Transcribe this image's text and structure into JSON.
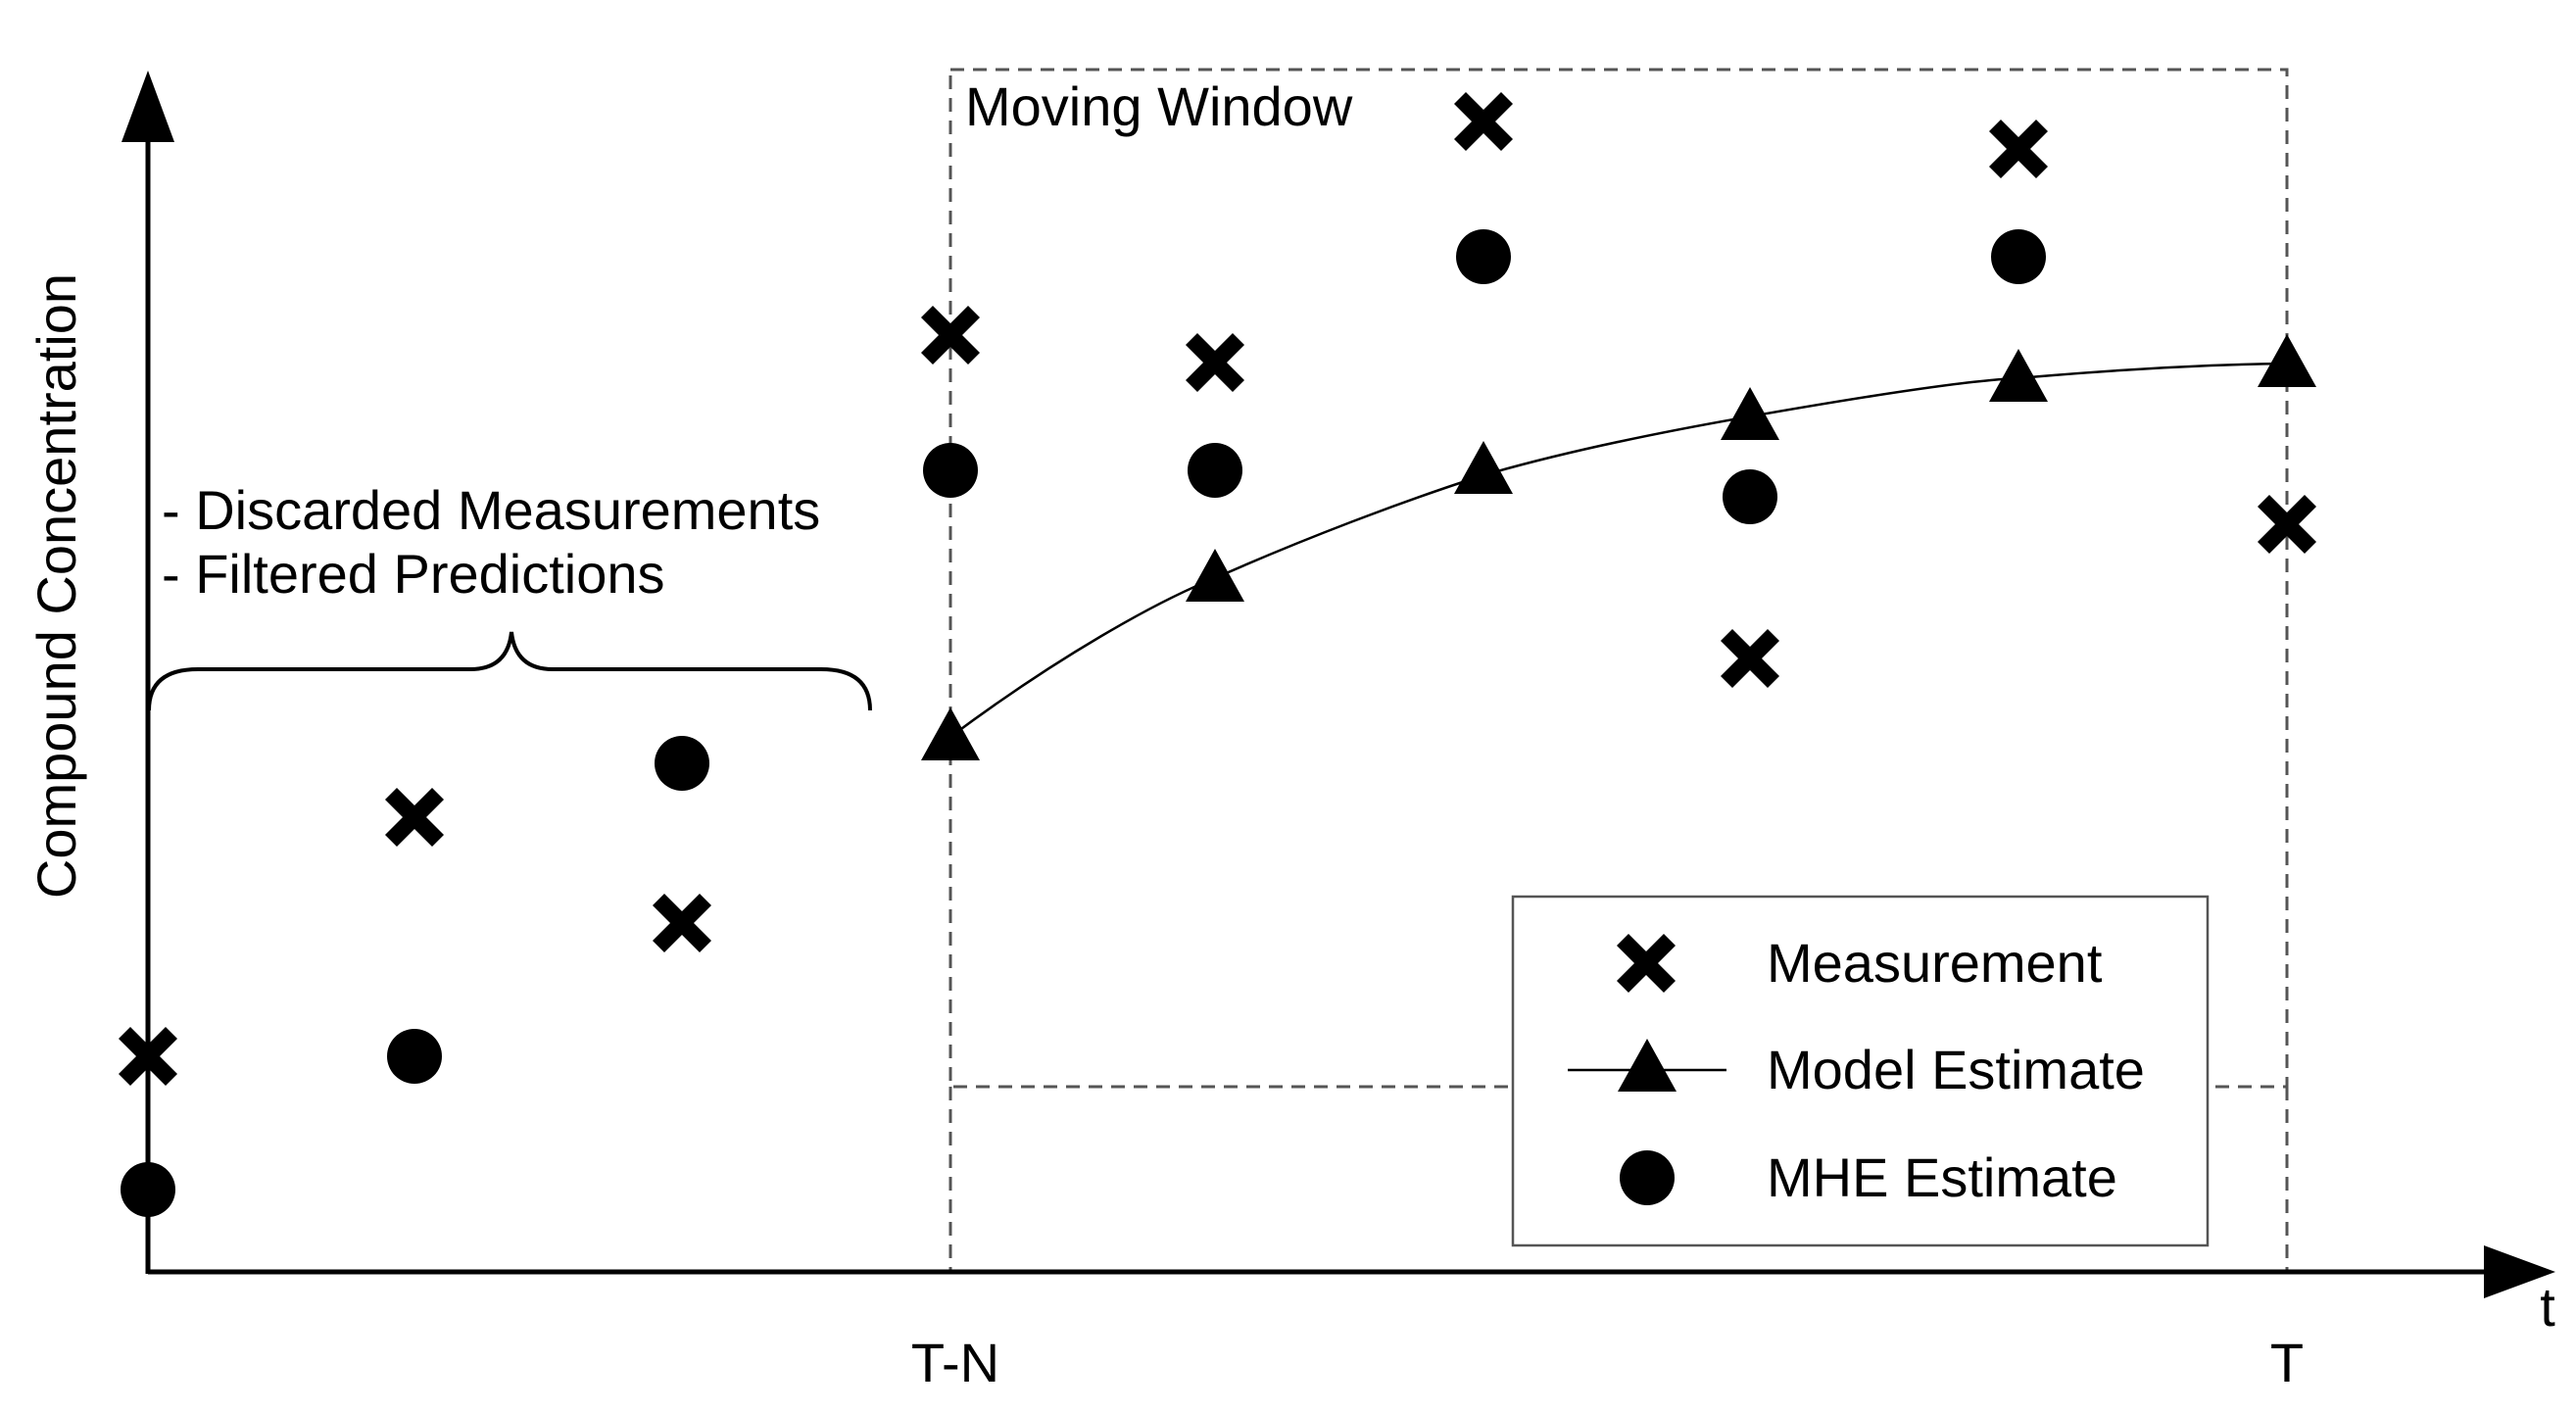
{
  "diagram": {
    "y_axis_label": "Compound Concentration",
    "x_axis_label": "t",
    "x_ticks": [
      "T-N",
      "T"
    ],
    "window_label": "Moving Window",
    "annotation_lines": [
      "- Discarded Measurements",
      "- Filtered Predictions"
    ],
    "legend": {
      "measurement": "Measurement",
      "model_estimate": "Model Estimate",
      "mhe_estimate": "MHE Estimate"
    },
    "colors": {
      "ink": "#000000",
      "window_border": "#555555",
      "background": "#ffffff"
    },
    "icons": {
      "measurement": "x-cross-icon",
      "model_estimate": "triangle-icon",
      "mhe_estimate": "filled-circle-icon"
    }
  }
}
